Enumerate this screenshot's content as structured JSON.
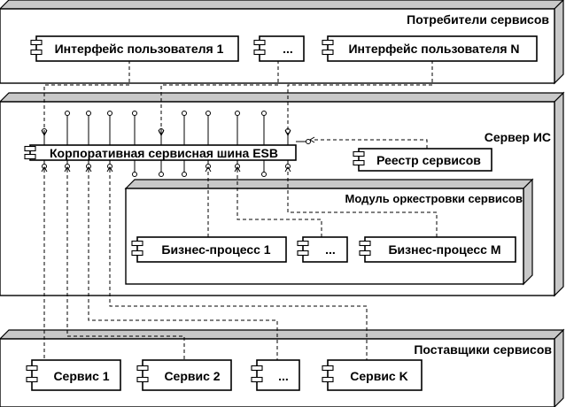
{
  "consumers": {
    "title": "Потребители сервисов",
    "items": [
      "Интерфейс пользователя 1",
      "...",
      "Интерфейс пользователя N"
    ]
  },
  "server": {
    "title": "Сервер ИС",
    "esb": "Корпоративная сервисная шина ESB",
    "registry": "Реестр сервисов",
    "orchestration": {
      "title": "Модуль оркестровки сервисов",
      "items": [
        "Бизнес-процесс 1",
        "...",
        "Бизнес-процесс M"
      ]
    }
  },
  "providers": {
    "title": "Поставщики сервисов",
    "items": [
      "Сервис 1",
      "Сервис 2",
      "...",
      "Сервис K"
    ]
  }
}
